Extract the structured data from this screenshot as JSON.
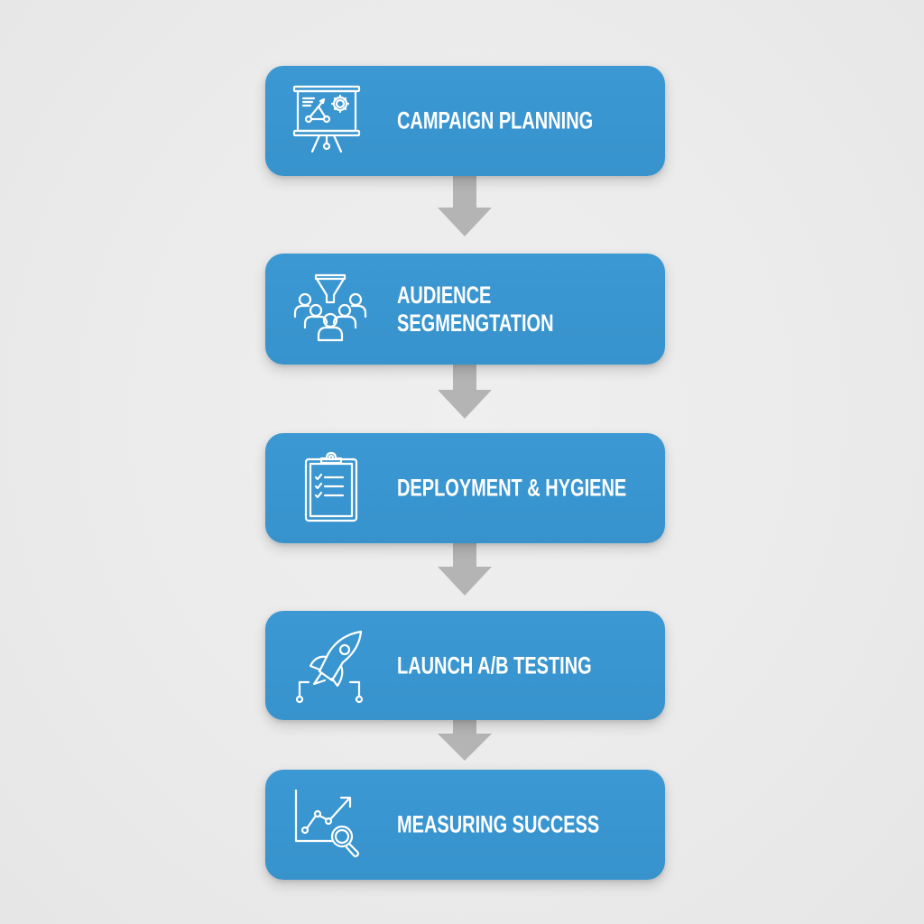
{
  "diagram": {
    "type": "vertical-flowchart",
    "colors": {
      "background": "#ebebeb",
      "box_fill": "#3a96d0",
      "text": "#ffffff",
      "arrow": "#b4b4b4"
    },
    "steps": [
      {
        "label_lines": [
          "CAMPAIGN PLANNING"
        ],
        "icon": "presentation-board-gear-icon"
      },
      {
        "label_lines": [
          "AUDIENCE",
          "SEGMENGTATION"
        ],
        "icon": "funnel-audience-icon"
      },
      {
        "label_lines": [
          "DEPLOYMENT & HYGIENE"
        ],
        "icon": "clipboard-checklist-icon"
      },
      {
        "label_lines": [
          "LAUNCH A/B TESTING"
        ],
        "icon": "rocket-split-icon"
      },
      {
        "label_lines": [
          "MEASURING SUCCESS"
        ],
        "icon": "chart-magnifier-icon"
      }
    ],
    "connectors": [
      {
        "from": 0,
        "to": 1,
        "icon": "down-arrow-icon"
      },
      {
        "from": 1,
        "to": 2,
        "icon": "down-arrow-icon"
      },
      {
        "from": 2,
        "to": 3,
        "icon": "down-arrow-icon"
      },
      {
        "from": 3,
        "to": 4,
        "icon": "down-arrow-icon"
      }
    ]
  }
}
